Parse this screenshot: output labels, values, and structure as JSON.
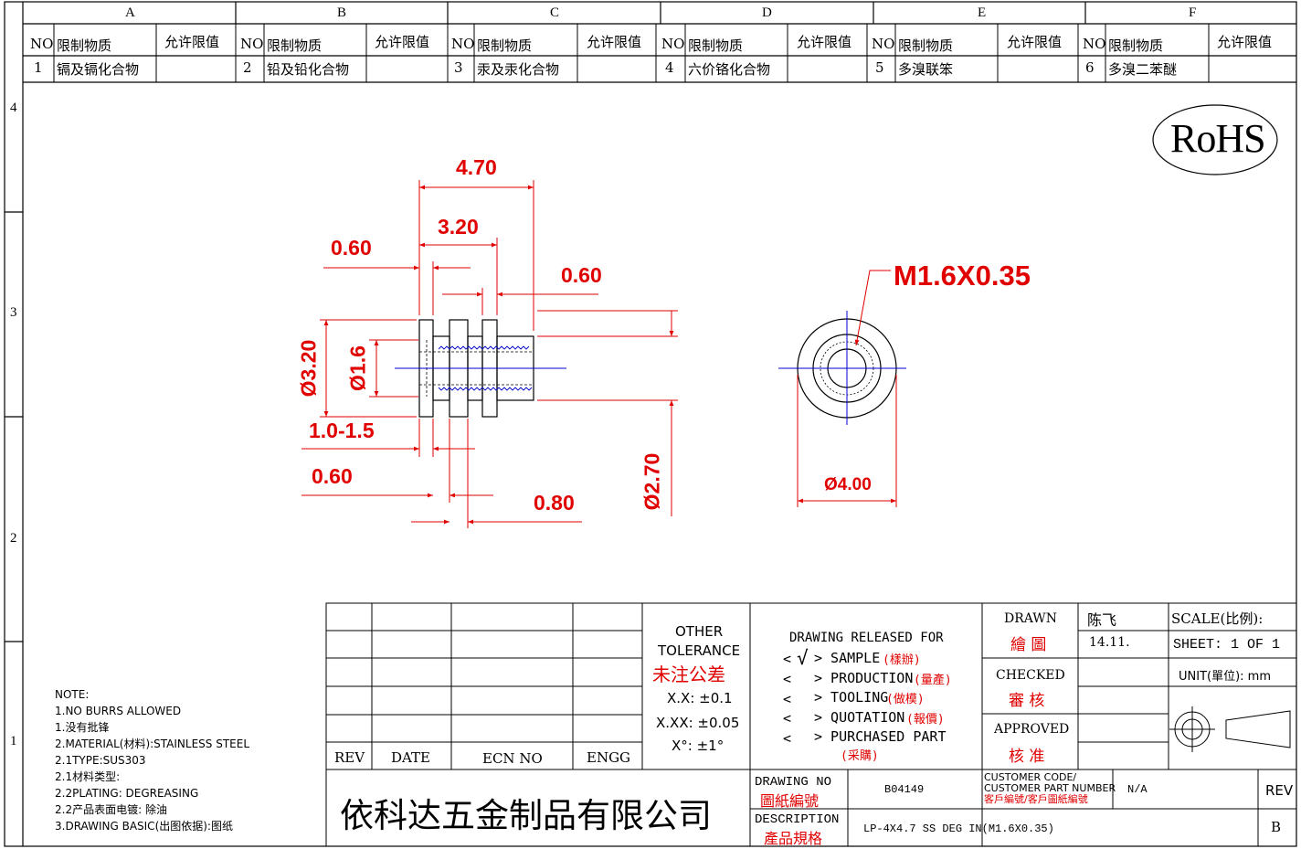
{
  "columns": [
    "A",
    "B",
    "C",
    "D",
    "E",
    "F"
  ],
  "row_markers": [
    "4",
    "3",
    "2",
    "1"
  ],
  "restricted_table": {
    "headers": {
      "no": "NO",
      "substance": "限制物质",
      "limit": "允许限值"
    },
    "items": [
      {
        "no": "1",
        "name": "镉及镉化合物",
        "limit": ""
      },
      {
        "no": "2",
        "name": "铅及铅化合物",
        "limit": ""
      },
      {
        "no": "3",
        "name": "汞及汞化合物",
        "limit": ""
      },
      {
        "no": "4",
        "name": "六价铬化合物",
        "limit": ""
      },
      {
        "no": "5",
        "name": "多溴联笨",
        "limit": ""
      },
      {
        "no": "6",
        "name": "多溴二苯醚",
        "limit": ""
      }
    ]
  },
  "rohs_label": "RoHS",
  "dimensions": {
    "d470": "4.70",
    "d320": "3.20",
    "d060a": "0.60",
    "d060b": "0.60",
    "d_3_20": "Ø3.20",
    "d_1_6": "Ø1.6",
    "d10_15": "1.0-1.5",
    "d060c": "0.60",
    "d080": "0.80",
    "d_2_70": "Ø2.70",
    "thread": "M1.6X0.35",
    "d_4_00": "Ø4.00"
  },
  "notes": [
    "NOTE:",
    "1.NO BURRS ALLOWED",
    "1.没有批锋",
    "2.MATERIAL(材料):STAINLESS STEEL",
    "2.1TYPE:SUS303",
    "2.1材料类型:",
    "2.2PLATING: DEGREASING",
    "2.2产品表面电镀: 除油",
    "3.DRAWING BASIC(出图依据):图纸"
  ],
  "revision_block": {
    "rev": "REV",
    "date": "DATE",
    "ecn": "ECN NO",
    "engg": "ENGG"
  },
  "tolerance": {
    "title1": "OTHER",
    "title2": "TOLERANCE",
    "title_cn": "未注公差",
    "xx": "X.X: ±0.1",
    "xxx": "X.XX: ±0.05",
    "angle": "X°: ±1°"
  },
  "release": {
    "title": "DRAWING RELEASED FOR",
    "items": [
      {
        "mark": "<",
        "check": "√",
        "label": "> SAMPLE",
        "cn": "(樣辦)"
      },
      {
        "mark": "<",
        "check": "",
        "label": "> PRODUCTION",
        "cn": "(量產)"
      },
      {
        "mark": "<",
        "check": "",
        "label": "> TOOLING",
        "cn": "(做模)"
      },
      {
        "mark": "<",
        "check": "",
        "label": "> QUOTATION",
        "cn": "(報價)"
      },
      {
        "mark": "<",
        "check": "",
        "label": "> PURCHASED PART",
        "cn": "(采購)"
      }
    ]
  },
  "approvals": {
    "drawn": "DRAWN",
    "drawn_cn": "繪 圖",
    "drawn_name": "陈飞",
    "drawn_date": "14.11.",
    "checked": "CHECKED",
    "checked_cn": "審 核",
    "approved": "APPROVED",
    "approved_cn": "核 准"
  },
  "scale": {
    "label": "SCALE(比例):",
    "sheet": "SHEET:  1 OF 1",
    "unit": "UNIT(單位): mm"
  },
  "company": "依科达五金制品有限公司",
  "drawing_no": {
    "label": "DRAWING NO",
    "label_cn": "圖紙編號",
    "value": "B04149"
  },
  "customer": {
    "label1": "CUSTOMER CODE/",
    "label2": "CUSTOMER PART NUMBER",
    "label_cn": "客戶編號/客戶圖紙編號",
    "value": "N/A"
  },
  "rev": {
    "label": "REV",
    "value": "B"
  },
  "description": {
    "label": "DESCRIPTION",
    "label_cn": "產品規格",
    "value": "LP-4X4.7 SS DEG IN(M1.6X0.35)"
  },
  "colors": {
    "dim": "#e00000",
    "center": "#0000cc",
    "line": "#000000"
  }
}
